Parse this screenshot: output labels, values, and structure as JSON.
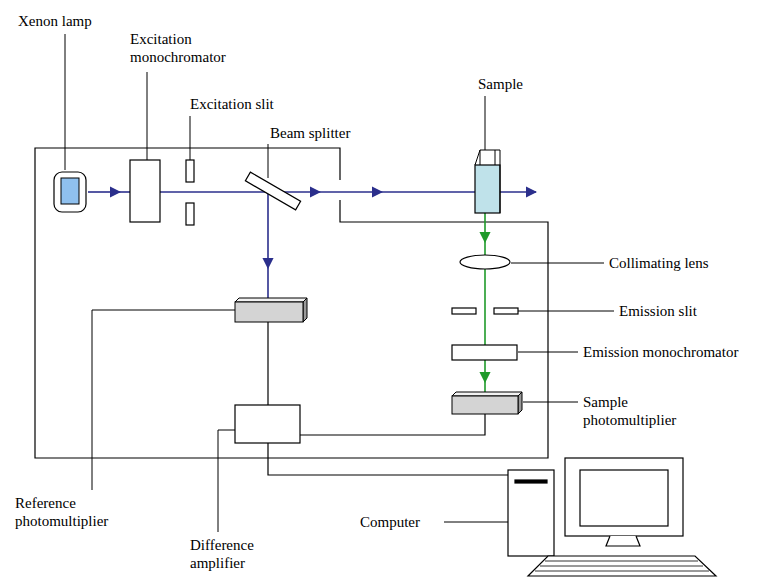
{
  "diagram": {
    "labels": [
      "Xenon lamp",
      "Excitation monochromator",
      "Excitation slit",
      "Beam splitter",
      "Sample",
      "Collimating lens",
      "Emission slit",
      "Emission monochromator",
      "Sample photomultiplier",
      "Reference photomultiplier",
      "Difference amplifier",
      "Computer"
    ]
  }
}
